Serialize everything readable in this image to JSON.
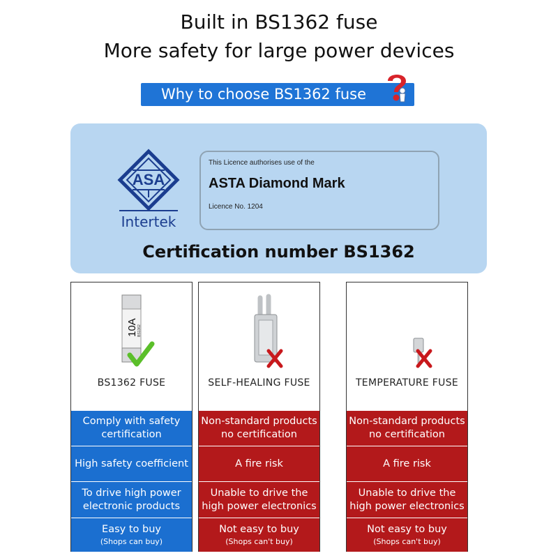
{
  "headline": {
    "line1": "Built in BS1362 fuse",
    "line2": "More safety for large power devices"
  },
  "banner": {
    "text": "Why to choose BS1362 fuse",
    "icon": "question-mark-figure-icon"
  },
  "certificate": {
    "logo_text": "ASA",
    "brand": "Intertek",
    "licence_line": "This Licence authorises use of the",
    "licence_title": "ASTA Diamond Mark",
    "licence_number": "Licence No. 1204",
    "caption": "Certification number BS1362"
  },
  "columns": [
    {
      "label": "BS1362 FUSE",
      "fuse_marking": "10A",
      "fuse_sub_marking": "BS1362",
      "verdict_icon": "check-icon",
      "rows": [
        {
          "text": "Comply with safety certification"
        },
        {
          "text": "High safety coefficient"
        },
        {
          "text": "To drive high power electronic products"
        },
        {
          "text": "Easy to buy",
          "sub": "(Shops can buy)"
        }
      ]
    },
    {
      "label": "SELF-HEALING FUSE",
      "verdict_icon": "x-icon",
      "rows": [
        {
          "text": "Non-standard products no certification"
        },
        {
          "text": "A fire risk"
        },
        {
          "text": "Unable to drive the high power electronics"
        },
        {
          "text": "Not easy to buy",
          "sub": "(Shops can't buy)"
        }
      ]
    },
    {
      "label": "TEMPERATURE FUSE",
      "verdict_icon": "x-icon",
      "rows": [
        {
          "text": "Non-standard products no certification"
        },
        {
          "text": "A fire risk"
        },
        {
          "text": "Unable to drive the high power electronics"
        },
        {
          "text": "Not easy to buy",
          "sub": "(Shops can't buy)"
        }
      ]
    }
  ],
  "colors": {
    "good": "#1b6fd0",
    "bad": "#b3191b",
    "panel": "#b8d6f1",
    "banner": "#1f74d6"
  }
}
